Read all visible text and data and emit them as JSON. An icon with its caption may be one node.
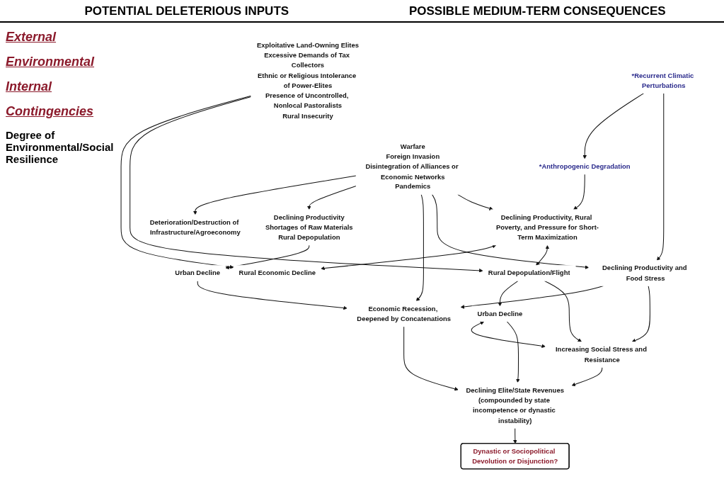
{
  "diagram": {
    "nodes": [
      {
        "text": [
          "Warfare",
          "Foreign Invasion",
          "Disintegration of Alliances or Economic Networks",
          "Pandemics"
        ]
      },
      {
        "text": [
          "*Recurrent Climatic Perturbations"
        ]
      },
      {
        "text": [
          "*Anthropogenic Degradation"
        ]
      },
      {
        "text": [
          "Exploitative Land-Owning Elites",
          "Excessive Demands of Tax Collectors",
          "Ethnic or Religious Intolerance of Power-Elites",
          "Presence of Uncontrolled, Nonlocal Pastoralists",
          "Rural Insecurity"
        ]
      },
      {
        "text": [
          "Deterioration/Destruction of Infrastructure/Agroeconomy"
        ]
      },
      {
        "text": [
          "Declining Productivity",
          "Shortages of Raw Materials",
          "Rural Depopulation"
        ]
      },
      {
        "text": [
          "Urban Decline"
        ]
      },
      {
        "text": [
          "Economic Recession, Deepened by Concatenations"
        ]
      },
      {
        "text": [
          "Declining Productivity and Food Stress"
        ]
      },
      {
        "text": [
          "Declining Productivity, Rural Poverty, and Pressure for Short-Term Maximization"
        ]
      },
      {
        "text": [
          "Rural Economic Decline"
        ]
      },
      {
        "text": [
          "Rural Depopulation/Flight"
        ]
      },
      {
        "text": [
          "Urban Decline"
        ]
      },
      {
        "text": [
          "Increasing Social Stress and Resistance"
        ]
      },
      {
        "text": [
          "Declining Elite/State Revenues",
          "(compounded by state incompetence or dynastic instability)"
        ]
      },
      {
        "text": [
          "Dynastic or Sociopolitical Devolution or Disjunction?"
        ]
      }
    ],
    "edges": [
      {
        "from": 0,
        "to": 4,
        "arrow": "to"
      },
      {
        "from": 0,
        "to": 5,
        "arrow": "to"
      },
      {
        "from": 0,
        "to": 7,
        "arrow": "to"
      },
      {
        "from": 0,
        "to": 8,
        "arrow": "to"
      },
      {
        "from": 0,
        "to": 9,
        "arrow": "to"
      },
      {
        "from": 1,
        "to": 2,
        "arrow": "to"
      },
      {
        "from": 1,
        "to": 8,
        "arrow": "to"
      },
      {
        "from": 2,
        "to": 9,
        "arrow": "to"
      },
      {
        "from": 5,
        "to": 6,
        "arrow": "to"
      },
      {
        "from": 6,
        "to": 7,
        "arrow": "to"
      },
      {
        "from": 8,
        "to": 7,
        "arrow": "to"
      },
      {
        "from": 7,
        "to": 14,
        "arrow": "to"
      },
      {
        "from": 8,
        "to": 13,
        "arrow": "to"
      },
      {
        "from": 9,
        "to": 10,
        "arrow": "both"
      },
      {
        "from": 9,
        "to": 11,
        "arrow": "both"
      },
      {
        "from": 3,
        "to": 10,
        "arrow": "to"
      },
      {
        "from": 3,
        "to": 11,
        "arrow": "to"
      },
      {
        "from": 11,
        "to": 12,
        "arrow": "to"
      },
      {
        "from": 11,
        "to": 13,
        "arrow": "to"
      },
      {
        "from": 12,
        "to": 13,
        "arrow": "both"
      },
      {
        "from": 12,
        "to": 14,
        "arrow": "to"
      },
      {
        "from": 13,
        "to": 14,
        "arrow": "to"
      },
      {
        "from": 14,
        "to": 15,
        "arrow": "to"
      }
    ],
    "labels": [
      "POTENTIAL DELETERIOUS INPUTS",
      "POSSIBLE MEDIUM-TERM CONSEQUENCES",
      "External",
      "Environmental",
      "Internal",
      "Contingencies",
      "Degree of Environmental/Social Resilience"
    ]
  }
}
